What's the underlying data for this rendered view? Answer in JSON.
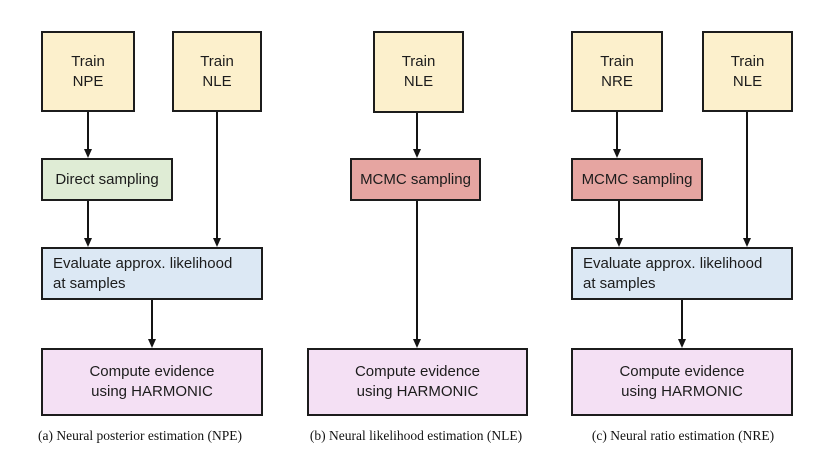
{
  "colors": {
    "train_box": "#fcf0cc",
    "direct_sampling_box": "#dfecd5",
    "mcmc_sampling_box": "#e6a5a1",
    "evaluate_box": "#dce8f4",
    "compute_box": "#f4e0f4",
    "border": "#1c1c1c",
    "arrow": "#141414",
    "background": "#ffffff"
  },
  "panel_a": {
    "caption": "(a) Neural posterior estimation (NPE)",
    "train_npe": "Train\nNPE",
    "train_nle": "Train\nNLE",
    "direct_sampling": "Direct sampling",
    "evaluate": "Evaluate approx. likelihood\nat samples",
    "compute": "Compute evidence\nusing HARMONIC"
  },
  "panel_b": {
    "caption": "(b) Neural likelihood estimation (NLE)",
    "train_nle": "Train\nNLE",
    "mcmc_sampling": "MCMC sampling",
    "compute": "Compute evidence\nusing HARMONIC"
  },
  "panel_c": {
    "caption": "(c) Neural ratio estimation (NRE)",
    "train_nre": "Train\nNRE",
    "train_nle": "Train\nNLE",
    "mcmc_sampling": "MCMC sampling",
    "evaluate": "Evaluate approx. likelihood\nat samples",
    "compute": "Compute evidence\nusing HARMONIC"
  }
}
